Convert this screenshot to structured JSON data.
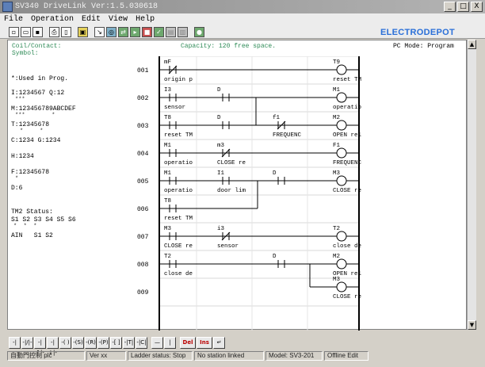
{
  "window": {
    "title": "SV340 DriveLink Ver:1.5.030618",
    "controls": {
      "minimize": "_",
      "maximize": "□",
      "close": "X"
    }
  },
  "menu": [
    "File",
    "Operation",
    "Edit",
    "View",
    "Help"
  ],
  "toolbar": {
    "buttons": [
      "new-icon",
      "open-icon",
      "save-icon",
      "print-icon",
      "preview-icon",
      "monitor-icon",
      "read-icon",
      "write-icon",
      "compare-icon",
      "run-icon",
      "stop-icon",
      "check-icon",
      "online-icon",
      "config-icon",
      "about-icon"
    ],
    "brand": "ELECTRODEPOT"
  },
  "header": {
    "coil_contact": "Coil/Contact:",
    "symbol": "Symbol:",
    "capacity": "Capacity: 120 free space.",
    "pc_mode": "PC Mode: Program"
  },
  "legend": {
    "used_in_prog": "*:Used in Prog.",
    "lines": [
      {
        "text": "I:1234567 Q:12",
        "stars": "***"
      },
      {
        "text": "M:123456789ABCDEF",
        "stars": "***        *"
      },
      {
        "text": "T:12345678",
        "stars": "*     *"
      },
      {
        "text": "C:1234 G:1234",
        "stars": ""
      },
      {
        "text": "H:1234",
        "stars": ""
      },
      {
        "text": "F:12345678",
        "stars": "*"
      },
      {
        "text": "D:6",
        "stars": ""
      }
    ],
    "tm2_status": "TM2 Status:",
    "tm2_channels": "S1 S2 S3 S4 S5 S6",
    "tm2_stars": "*  *  *",
    "ain": "AIN   S1 S2"
  },
  "rungs": [
    {
      "num": "001",
      "labels": [
        {
          "t": "mF",
          "c": "c1",
          "row": "top"
        },
        {
          "t": "origin p",
          "c": "c1",
          "row": "bot"
        },
        {
          "t": "T9",
          "c": "coil",
          "row": "top"
        },
        {
          "t": "reset TM",
          "c": "coil",
          "row": "bot"
        }
      ]
    },
    {
      "num": "002",
      "labels": [
        {
          "t": "I3",
          "c": "c1",
          "row": "top"
        },
        {
          "t": "sensor",
          "c": "c1",
          "row": "bot"
        },
        {
          "t": "D",
          "c": "c2",
          "row": "top"
        },
        {
          "t": "M1",
          "c": "coil",
          "row": "top"
        },
        {
          "t": "operatio",
          "c": "coil",
          "row": "bot"
        }
      ]
    },
    {
      "num": "003",
      "labels": [
        {
          "t": "T8",
          "c": "c1",
          "row": "top"
        },
        {
          "t": "reset TM",
          "c": "c1",
          "row": "bot"
        },
        {
          "t": "D",
          "c": "c2",
          "row": "top"
        },
        {
          "t": "f1",
          "c": "c3",
          "row": "top"
        },
        {
          "t": "FREQUENC",
          "c": "c3",
          "row": "bot"
        },
        {
          "t": "M2",
          "c": "coil",
          "row": "top"
        },
        {
          "t": "OPEN rel",
          "c": "coil",
          "row": "bot"
        }
      ]
    },
    {
      "num": "004",
      "labels": [
        {
          "t": "M1",
          "c": "c1",
          "row": "top"
        },
        {
          "t": "operatio",
          "c": "c1",
          "row": "bot"
        },
        {
          "t": "m3",
          "c": "c2",
          "row": "top"
        },
        {
          "t": "CLOSE re",
          "c": "c2",
          "row": "bot"
        },
        {
          "t": "F1",
          "c": "coil",
          "row": "top"
        },
        {
          "t": "FREQUENC",
          "c": "coil",
          "row": "bot"
        }
      ]
    },
    {
      "num": "005",
      "labels": [
        {
          "t": "M1",
          "c": "c1",
          "row": "top"
        },
        {
          "t": "operatio",
          "c": "c1",
          "row": "bot"
        },
        {
          "t": "I1",
          "c": "c2",
          "row": "top"
        },
        {
          "t": "door lim",
          "c": "c2",
          "row": "bot"
        },
        {
          "t": "D",
          "c": "c3",
          "row": "top"
        },
        {
          "t": "M3",
          "c": "coil",
          "row": "top"
        },
        {
          "t": "CLOSE re",
          "c": "coil",
          "row": "bot"
        }
      ]
    },
    {
      "num": "006",
      "labels": [
        {
          "t": "T8",
          "c": "c1",
          "row": "top"
        },
        {
          "t": "reset TM",
          "c": "c1",
          "row": "bot"
        }
      ]
    },
    {
      "num": "007",
      "labels": [
        {
          "t": "M3",
          "c": "c1",
          "row": "top"
        },
        {
          "t": "CLOSE re",
          "c": "c1",
          "row": "bot"
        },
        {
          "t": "i3",
          "c": "c2",
          "row": "top"
        },
        {
          "t": "sensor",
          "c": "c2",
          "row": "bot"
        },
        {
          "t": "T2",
          "c": "coil",
          "row": "top"
        },
        {
          "t": "close de",
          "c": "coil",
          "row": "bot"
        }
      ]
    },
    {
      "num": "008",
      "labels": [
        {
          "t": "T2",
          "c": "c1",
          "row": "top"
        },
        {
          "t": "close de",
          "c": "c1",
          "row": "bot"
        },
        {
          "t": "D",
          "c": "c3",
          "row": "top"
        },
        {
          "t": "M2",
          "c": "coil",
          "row": "top"
        },
        {
          "t": "OPEN rel",
          "c": "coil",
          "row": "bot"
        },
        {
          "t": "M3",
          "c": "coil",
          "row": "top2"
        },
        {
          "t": "CLOSE re",
          "c": "coil",
          "row": "bot2"
        }
      ]
    },
    {
      "num": "009",
      "labels": []
    }
  ],
  "bottom_toolbar": [
    "-|",
    "-|/|-",
    "-|↑|-",
    "-|↓|-",
    "-( )",
    "-(S)",
    "-(R)",
    "-(P)",
    "-[ ]",
    "-|T|",
    "-|C|",
    "—",
    "|",
    "Del",
    "Ins",
    "↵"
  ],
  "status": {
    "program": "自動門控制 plc",
    "version": "Ver xx",
    "ladder": "Ladder status: Stop",
    "station": "No station linked",
    "model": "Model: SV3-201",
    "edit": "Offline Edit"
  }
}
